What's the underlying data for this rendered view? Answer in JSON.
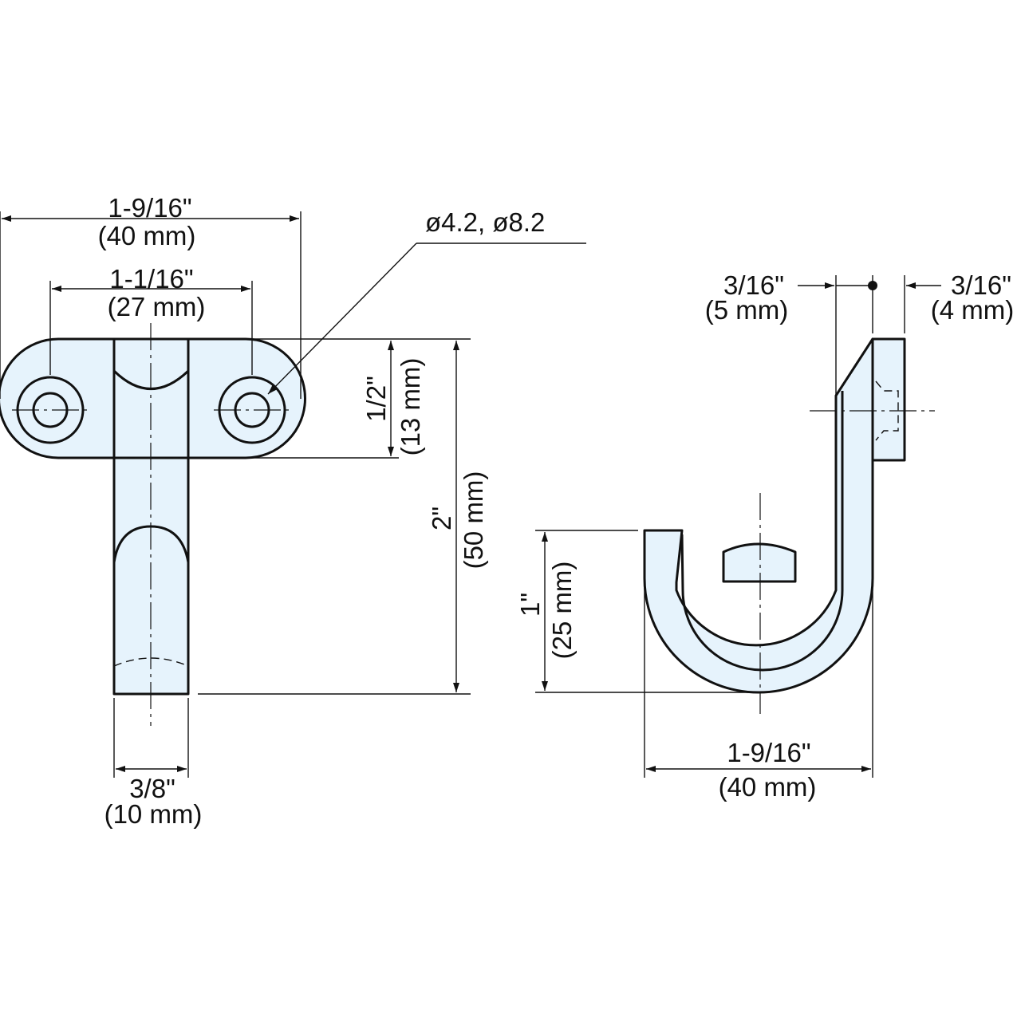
{
  "front_view": {
    "overall_width": {
      "inch": "1-9/16\"",
      "mm": "(40 mm)"
    },
    "hole_pitch": {
      "inch": "1-1/16\"",
      "mm": "(27 mm)"
    },
    "hole_diameter": "ø4.2, ø8.2",
    "base_height": {
      "inch": "1/2\"",
      "mm": "(13 mm)"
    },
    "overall_height": {
      "inch": "2\"",
      "mm": "(50 mm)"
    },
    "stem_width": {
      "inch": "3/8\"",
      "mm": "(10 mm)"
    }
  },
  "side_view": {
    "plate_offset_left": {
      "inch": "3/16\"",
      "mm": "(5 mm)"
    },
    "plate_thickness": {
      "inch": "3/16\"",
      "mm": "(4 mm)"
    },
    "hook_height": {
      "inch": "1\"",
      "mm": "(25 mm)"
    },
    "overall_depth": {
      "inch": "1-9/16\"",
      "mm": "(40 mm)"
    }
  },
  "colors": {
    "part_fill": "#e6f3fc",
    "line": "#111111"
  }
}
